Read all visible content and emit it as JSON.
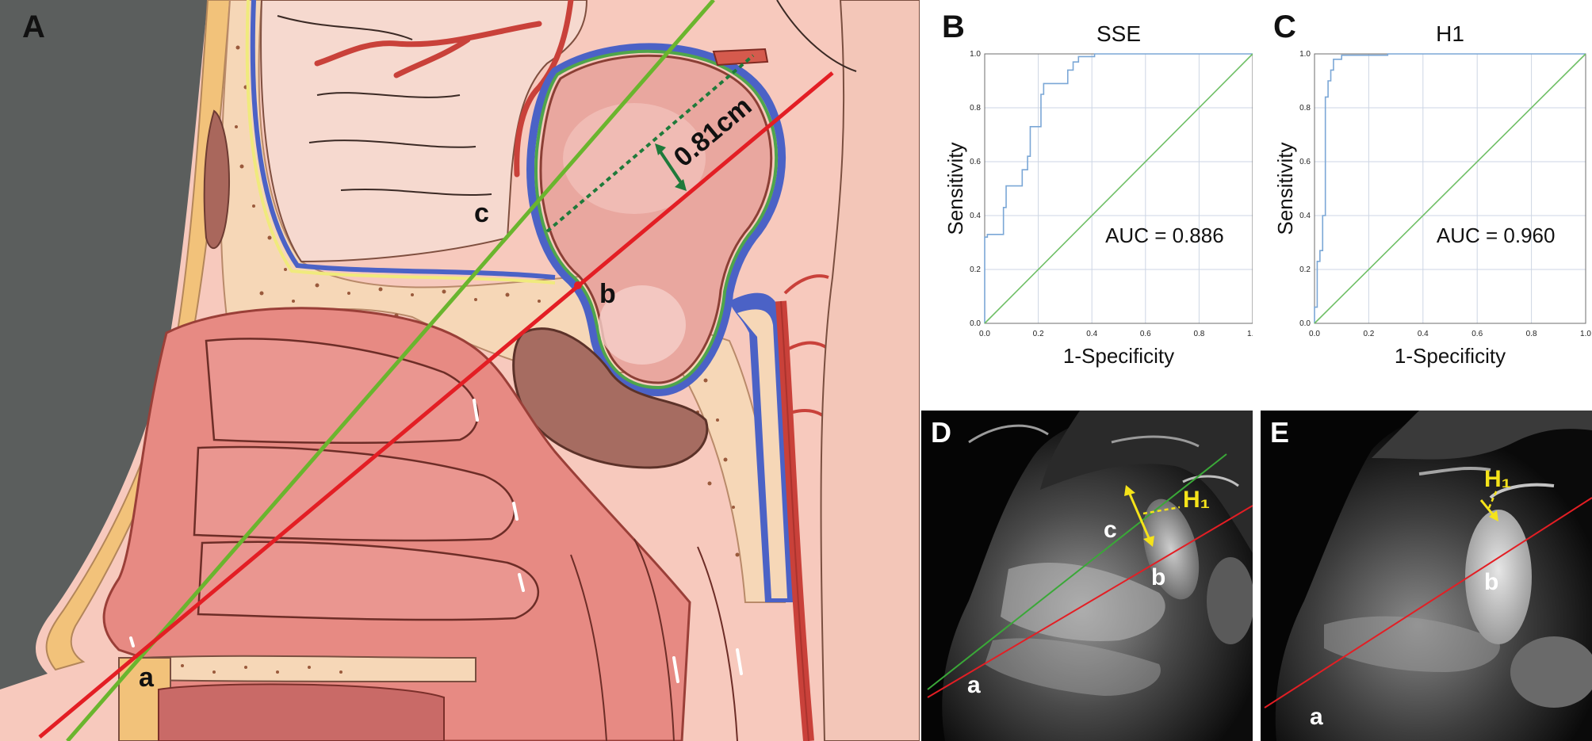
{
  "panels": {
    "A": {
      "letter": "A",
      "labels": {
        "a": "a",
        "b": "b",
        "c": "c"
      },
      "measurement": "0.81cm"
    },
    "D": {
      "letter": "D",
      "labels": {
        "a": "a",
        "b": "b",
        "c": "c",
        "h1": "H₁"
      }
    },
    "E": {
      "letter": "E",
      "labels": {
        "a": "a",
        "b": "b",
        "h1": "H₁"
      }
    }
  },
  "colors": {
    "red_line": "#e31e24",
    "green_line": "#6ab52e",
    "roc_curve": "#7ba7d6",
    "reference_line": "#6fbf66",
    "label_yellow": "#f5e31a"
  },
  "chart_data": [
    {
      "type": "line",
      "letter": "B",
      "title": "SSE",
      "xlabel": "1-Specificity",
      "ylabel": "Sensitivity",
      "xlim": [
        0,
        1
      ],
      "ylim": [
        0,
        1
      ],
      "ticks": [
        "0.0",
        "0.2",
        "0.4",
        "0.6",
        "0.8",
        "1.0"
      ],
      "annotation": "AUC = 0.886",
      "grid": true,
      "series": [
        {
          "role": "roc",
          "x": [
            0,
            0,
            0.01,
            0.01,
            0.07,
            0.07,
            0.08,
            0.08,
            0.14,
            0.14,
            0.16,
            0.16,
            0.17,
            0.17,
            0.21,
            0.21,
            0.22,
            0.22,
            0.31,
            0.31,
            0.33,
            0.33,
            0.35,
            0.35,
            0.41,
            0.41,
            0.48,
            0.48,
            1.0
          ],
          "y": [
            0,
            0.32,
            0.32,
            0.33,
            0.33,
            0.43,
            0.43,
            0.51,
            0.51,
            0.57,
            0.57,
            0.62,
            0.62,
            0.73,
            0.73,
            0.85,
            0.85,
            0.89,
            0.89,
            0.94,
            0.94,
            0.97,
            0.97,
            0.99,
            0.99,
            1.0,
            1.0,
            1.0,
            1.0
          ]
        },
        {
          "role": "reference",
          "x": [
            0,
            1
          ],
          "y": [
            0,
            1
          ]
        }
      ]
    },
    {
      "type": "line",
      "letter": "C",
      "title": "H1",
      "xlabel": "1-Specificity",
      "ylabel": "Sensitivity",
      "xlim": [
        0,
        1
      ],
      "ylim": [
        0,
        1
      ],
      "ticks": [
        "0.0",
        "0.2",
        "0.4",
        "0.6",
        "0.8",
        "1.0"
      ],
      "annotation": "AUC = 0.960",
      "grid": true,
      "series": [
        {
          "role": "roc",
          "x": [
            0,
            0,
            0.01,
            0.01,
            0.02,
            0.02,
            0.03,
            0.03,
            0.04,
            0.04,
            0.05,
            0.05,
            0.06,
            0.06,
            0.07,
            0.07,
            0.1,
            0.1,
            0.27,
            0.27,
            1.0
          ],
          "y": [
            0,
            0.06,
            0.06,
            0.23,
            0.23,
            0.27,
            0.27,
            0.4,
            0.4,
            0.84,
            0.84,
            0.9,
            0.9,
            0.94,
            0.94,
            0.98,
            0.98,
            0.995,
            0.995,
            1.0,
            1.0
          ]
        },
        {
          "role": "reference",
          "x": [
            0,
            1
          ],
          "y": [
            0,
            1
          ]
        }
      ]
    }
  ]
}
